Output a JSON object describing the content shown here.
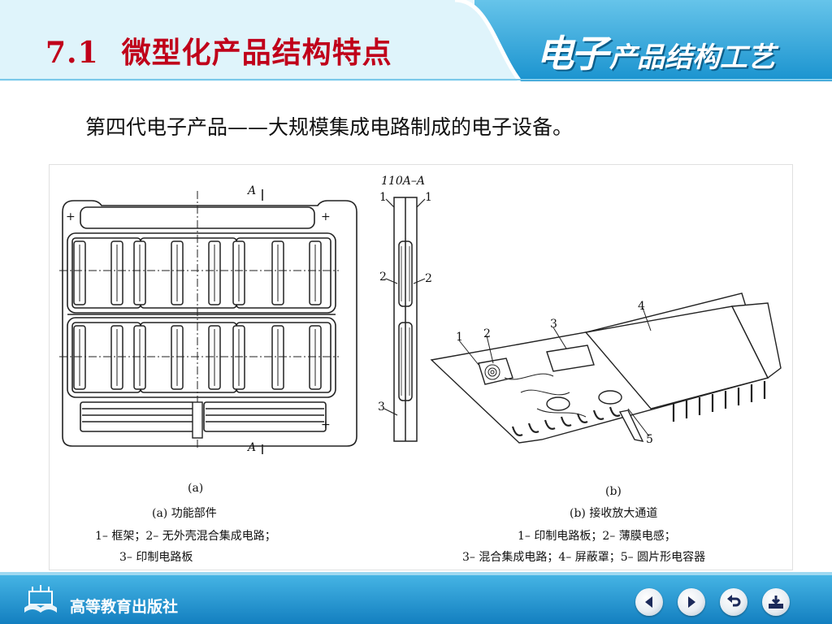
{
  "header": {
    "section_number": "7.1",
    "section_title": "微型化产品结构特点",
    "brand_big": "电子",
    "brand_small": "产品结构工艺"
  },
  "subtitle": "第四代电子产品——大规模集成电路制成的电子设备。",
  "figure": {
    "a": {
      "marker_top": "A",
      "marker_bottom": "A",
      "plus": "+",
      "section_title": "110A–A",
      "callout_1": "1",
      "callout_2": "2",
      "callout_3": "3",
      "label": "(a)",
      "caption_title": "(a) 功能部件",
      "caption_line1": "1– 框架；2– 无外壳混合集成电路；",
      "caption_line2": "3– 印制电路板"
    },
    "b": {
      "callout_1": "1",
      "callout_2": "2",
      "callout_3": "3",
      "callout_4": "4",
      "callout_5": "5",
      "label": "(b)",
      "caption_title": "(b) 接收放大通道",
      "caption_line1": "1– 印制电路板；2– 薄膜电感；",
      "caption_line2": "3– 混合集成电路；4– 屏蔽罩；5– 圆片形电容器"
    }
  },
  "footer": {
    "publisher": "高等教育出版社",
    "nav": [
      "previous-icon",
      "next-icon",
      "return-icon",
      "home-icon"
    ]
  }
}
